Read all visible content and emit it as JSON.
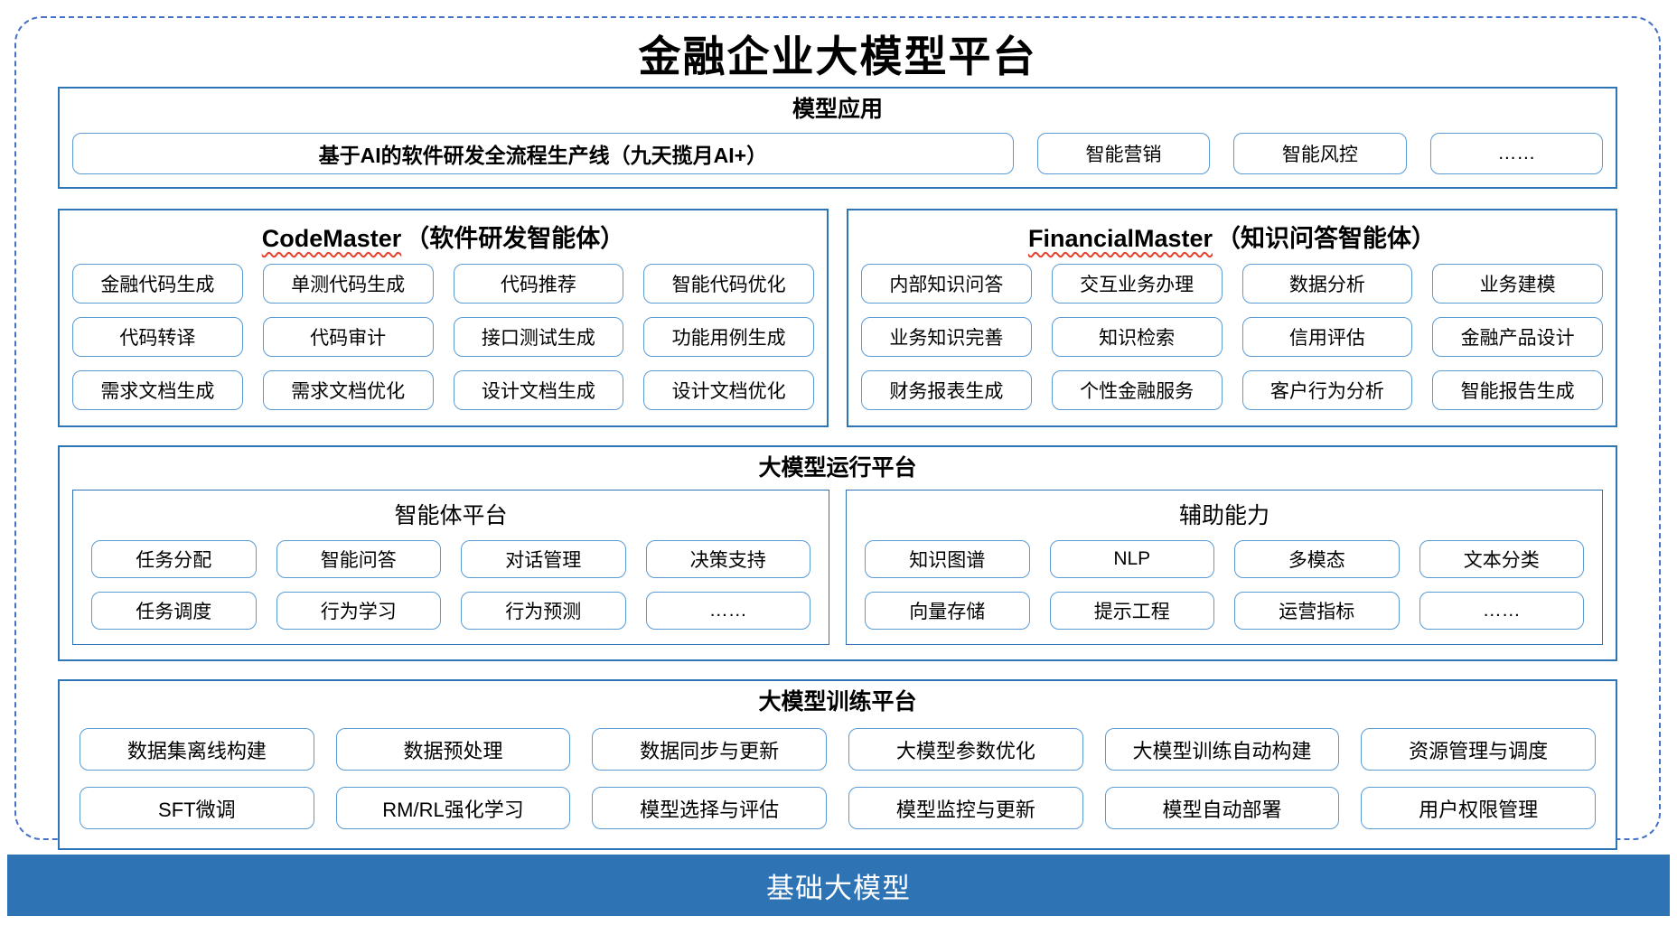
{
  "title": "金融企业大模型平台",
  "model_app": {
    "title": "模型应用",
    "featured": "基于AI的软件研发全流程生产线（九天揽月AI+）",
    "items": [
      "智能营销",
      "智能风控",
      "……"
    ]
  },
  "code_master": {
    "title_en": "CodeMaster",
    "title_zh": "（软件研发智能体）",
    "items": [
      "金融代码生成",
      "单测代码生成",
      "代码推荐",
      "智能代码优化",
      "代码转译",
      "代码审计",
      "接口测试生成",
      "功能用例生成",
      "需求文档生成",
      "需求文档优化",
      "设计文档生成",
      "设计文档优化"
    ]
  },
  "financial_master": {
    "title_en": "FinancialMaster",
    "title_zh": "（知识问答智能体）",
    "items": [
      "内部知识问答",
      "交互业务办理",
      "数据分析",
      "业务建模",
      "业务知识完善",
      "知识检索",
      "信用评估",
      "金融产品设计",
      "财务报表生成",
      "个性金融服务",
      "客户行为分析",
      "智能报告生成"
    ]
  },
  "runtime": {
    "title": "大模型运行平台",
    "agent_platform": {
      "title": "智能体平台",
      "items": [
        "任务分配",
        "智能问答",
        "对话管理",
        "决策支持",
        "任务调度",
        "行为学习",
        "行为预测",
        "……"
      ]
    },
    "aux": {
      "title": "辅助能力",
      "items": [
        "知识图谱",
        "NLP",
        "多模态",
        "文本分类",
        "向量存储",
        "提示工程",
        "运营指标",
        "……"
      ]
    }
  },
  "training": {
    "title": "大模型训练平台",
    "items": [
      "数据集离线构建",
      "数据预处理",
      "数据同步与更新",
      "大模型参数优化",
      "大模型训练自动构建",
      "资源管理与调度",
      "SFT微调",
      "RM/RL强化学习",
      "模型选择与评估",
      "模型监控与更新",
      "模型自动部署",
      "用户权限管理"
    ]
  },
  "footer": {
    "label": "基础大模型"
  },
  "colors": {
    "section_border": "#2E75B6",
    "item_border": "#5B9BD5",
    "dashed_border": "#4472C4",
    "footer_bg": "#2E74B5",
    "squiggle": "#E8402A"
  }
}
